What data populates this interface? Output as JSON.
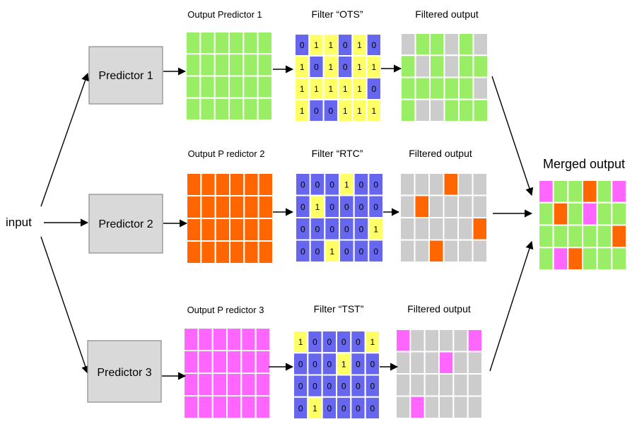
{
  "colors": {
    "green": "#99ee66",
    "orange": "#ff6600",
    "pink": "#ff66ff",
    "gray": "#cccccc",
    "filter_zero": "#6666ee",
    "filter_one": "#ffff66",
    "box_fill": "#d9d9d9",
    "box_stroke": "#8a8a8a",
    "grid_line": "#ffffff"
  },
  "input_label": "input",
  "merged_title": "Merged output",
  "merged_grid": [
    [
      "pink",
      "green",
      "green",
      "orange",
      "green",
      "pink"
    ],
    [
      "green",
      "orange",
      "green",
      "pink",
      "green",
      "green"
    ],
    [
      "green",
      "green",
      "green",
      "green",
      "green",
      "orange"
    ],
    [
      "green",
      "pink",
      "orange",
      "green",
      "green",
      "green"
    ]
  ],
  "predictors": [
    {
      "label": "Predictor 1",
      "output_title": "Output Predictor 1",
      "output_color": "green",
      "filter_title": "Filter “OTS”",
      "filter_values": [
        [
          0,
          1,
          1,
          0,
          1,
          0
        ],
        [
          1,
          0,
          1,
          0,
          1,
          1
        ],
        [
          1,
          1,
          1,
          1,
          1,
          0
        ],
        [
          1,
          0,
          0,
          1,
          1,
          1
        ]
      ],
      "filtered_title": "Filtered output"
    },
    {
      "label": "Predictor 2",
      "output_title": "Output P redictor 2",
      "output_color": "orange",
      "filter_title": "Filter “RTC”",
      "filter_values": [
        [
          0,
          0,
          0,
          1,
          0,
          0
        ],
        [
          0,
          1,
          0,
          0,
          0,
          0
        ],
        [
          0,
          0,
          0,
          0,
          0,
          1
        ],
        [
          0,
          0,
          1,
          0,
          0,
          0
        ]
      ],
      "filtered_title": "Filtered output"
    },
    {
      "label": "Predictor 3",
      "output_title": "Output P redictor 3",
      "output_color": "pink",
      "filter_title": "Filter “TST”",
      "filter_values": [
        [
          1,
          0,
          0,
          0,
          0,
          1
        ],
        [
          0,
          0,
          0,
          1,
          0,
          0
        ],
        [
          0,
          0,
          0,
          0,
          0,
          0
        ],
        [
          0,
          1,
          0,
          0,
          0,
          0
        ]
      ],
      "filtered_title": "Filtered output"
    }
  ]
}
